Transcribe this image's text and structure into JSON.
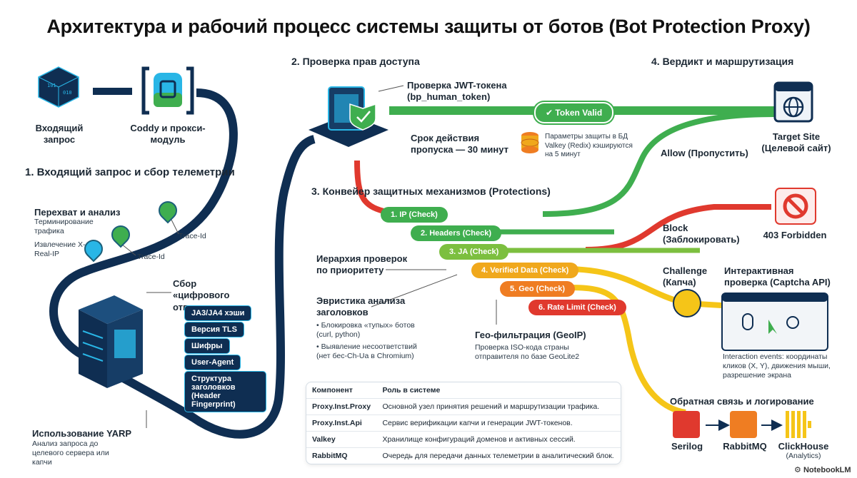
{
  "title": "Архитектура и рабочий процесс системы защиты от ботов (Bot Protection Proxy)",
  "stage1": {
    "heading": "1. Входящий запрос и сбор телеметрии",
    "incoming_label": "Входящий запрос",
    "coddy_label": "Coddy и прокси-модуль",
    "intercept_title": "Перехват и анализ",
    "intercept_items": [
      "Терминирование трафика",
      "Извлечение X-Real-IP"
    ],
    "trace_id_1": "Trace-Id",
    "trace_id_2": "Trace-Id",
    "fingerprint_title": "Сбор «цифрового отпечатка»",
    "fingerprint_tags": [
      "JA3/JA4 хэши",
      "Версия TLS",
      "Шифры",
      "User-Agent",
      "Структура заголовков (Header Fingerprint)"
    ],
    "yarp_title": "Использование YARP",
    "yarp_desc": "Анализ запроса до целевого сервера или капчи"
  },
  "stage2": {
    "heading": "2. Проверка прав доступа",
    "jwt_check": "Проверка JWT-токена (bp_human_token)",
    "validity": "Срок действия пропуска — 30 минут",
    "params": "Параметры защиты в БД Valkey (Redix) кэшируются на 5 минут",
    "token_valid": "Token Valid"
  },
  "stage3": {
    "heading": "3. Конвейер защитных механизмов (Protections)",
    "checks": [
      {
        "label": "1. IP (Check)",
        "color": "#3fae4f"
      },
      {
        "label": "2. Headers (Check)",
        "color": "#3fae4f"
      },
      {
        "label": "3. JA (Check)",
        "color": "#7cbf3f"
      },
      {
        "label": "4. Verified Data (Check)",
        "color": "#f0a81c"
      },
      {
        "label": "5. Geo (Check)",
        "color": "#ef7d22"
      },
      {
        "label": "6. Rate Limit (Check)",
        "color": "#e0392e"
      }
    ],
    "hierarchy": "Иерархия проверок по приоритету",
    "heuristics_title": "Эвристика анализа заголовков",
    "heuristics_items": [
      "Блокировка «тупых» ботов (curl, python)",
      "Выявление несоответствий (нет бес-Ch-Ua в Chromium)"
    ],
    "geo_title": "Гео-фильтрация (GeoIP)",
    "geo_desc": "Проверка ISO-кода страны отправителя по базе GeoLite2"
  },
  "stage4": {
    "heading": "4. Вердикт и маршрутизация",
    "target_site": "Target Site (Целевой сайт)",
    "allow": "Allow (Пропустить)",
    "block": "Block (Заблокировать)",
    "forbidden": "403 Forbidden",
    "challenge": "Challenge (Капча)",
    "interactive": "Интерактивная проверка (Captcha API)",
    "interaction_events": "Interaction events: координаты кликов (X, Y), движения мыши, разрешение экрана"
  },
  "feedback": {
    "heading": "Обратная связь и логирование",
    "items": [
      "Serilog",
      "RabbitMQ",
      "ClickHouse"
    ],
    "clickhouse_sub": "(Analytics)"
  },
  "table": {
    "headers": [
      "Компонент",
      "Роль в системе"
    ],
    "rows": [
      [
        "Proxy.Inst.Proxy",
        "Основной узел принятия решений и маршрутизации трафика."
      ],
      [
        "Proxy.Inst.Api",
        "Сервис верификации капчи и генерации JWT-токенов."
      ],
      [
        "Valkey",
        "Хранилище конфигураций доменов и активных сессий."
      ],
      [
        "RabbitMQ",
        "Очередь для передачи данных телеметрии в аналитический блок."
      ]
    ]
  },
  "brand": "NotebookLM",
  "colors": {
    "navy": "#0f2e52",
    "green": "#3fae4f",
    "red": "#e0392e",
    "yellow": "#f5c518",
    "orange": "#ef7d22",
    "cyan": "#29b6e6"
  }
}
